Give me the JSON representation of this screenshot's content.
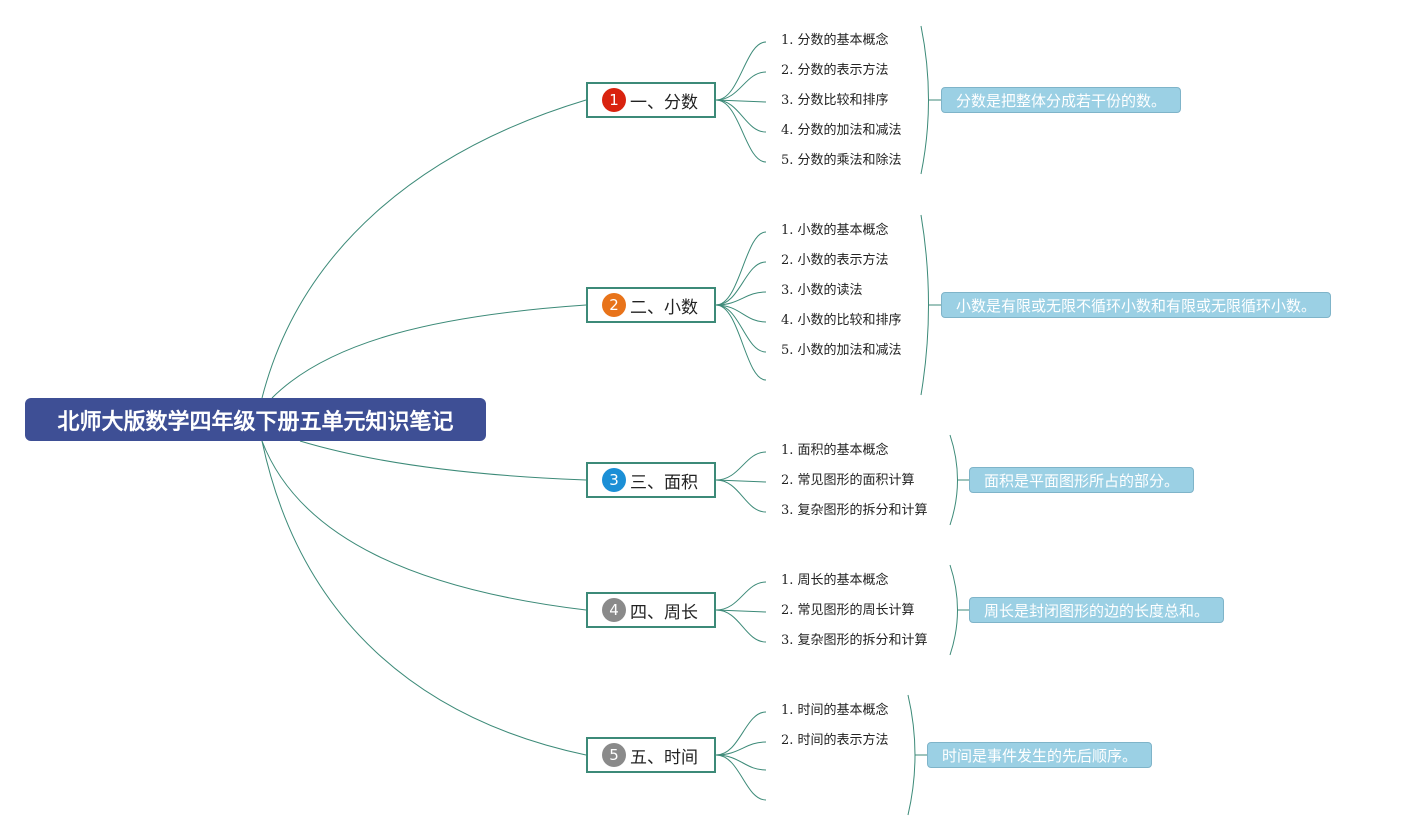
{
  "root": {
    "title": "北师大版数学四年级下册五单元知识笔记"
  },
  "branches": [
    {
      "number": "1",
      "label": "一、分数",
      "badge_color": "#d9230f",
      "items": [
        "1. 分数的基本概念",
        "2. 分数的表示方法",
        "3. 分数比较和排序",
        "4. 分数的加法和减法",
        "5. 分数的乘法和除法"
      ],
      "summary": "分数是把整体分成若干份的数。"
    },
    {
      "number": "2",
      "label": "二、小数",
      "badge_color": "#e8731a",
      "items": [
        "1. 小数的基本概念",
        "2. 小数的表示方法",
        "3. 小数的读法",
        "4. 小数的比较和排序",
        "5. 小数的加法和减法"
      ],
      "summary": "小数是有限或无限不循环小数和有限或无限循环小数。"
    },
    {
      "number": "3",
      "label": "三、面积",
      "badge_color": "#1b8fd6",
      "items": [
        "1. 面积的基本概念",
        "2. 常见图形的面积计算",
        "3. 复杂图形的拆分和计算"
      ],
      "summary": "面积是平面图形所占的部分。"
    },
    {
      "number": "4",
      "label": "四、周长",
      "badge_color": "#8a8a8a",
      "items": [
        "1. 周长的基本概念",
        "2. 常见图形的周长计算",
        "3. 复杂图形的拆分和计算"
      ],
      "summary": "周长是封闭图形的边的长度总和。"
    },
    {
      "number": "5",
      "label": "五、时间",
      "badge_color": "#8a8a8a",
      "items": [
        "1. 时间的基本概念",
        "2. 时间的表示方法"
      ],
      "summary": "时间是事件发生的先后顺序。"
    }
  ],
  "colors": {
    "root_bg": "#3e4f95",
    "connector": "#3c8a78",
    "summary_bg": "#9bd0e4"
  }
}
